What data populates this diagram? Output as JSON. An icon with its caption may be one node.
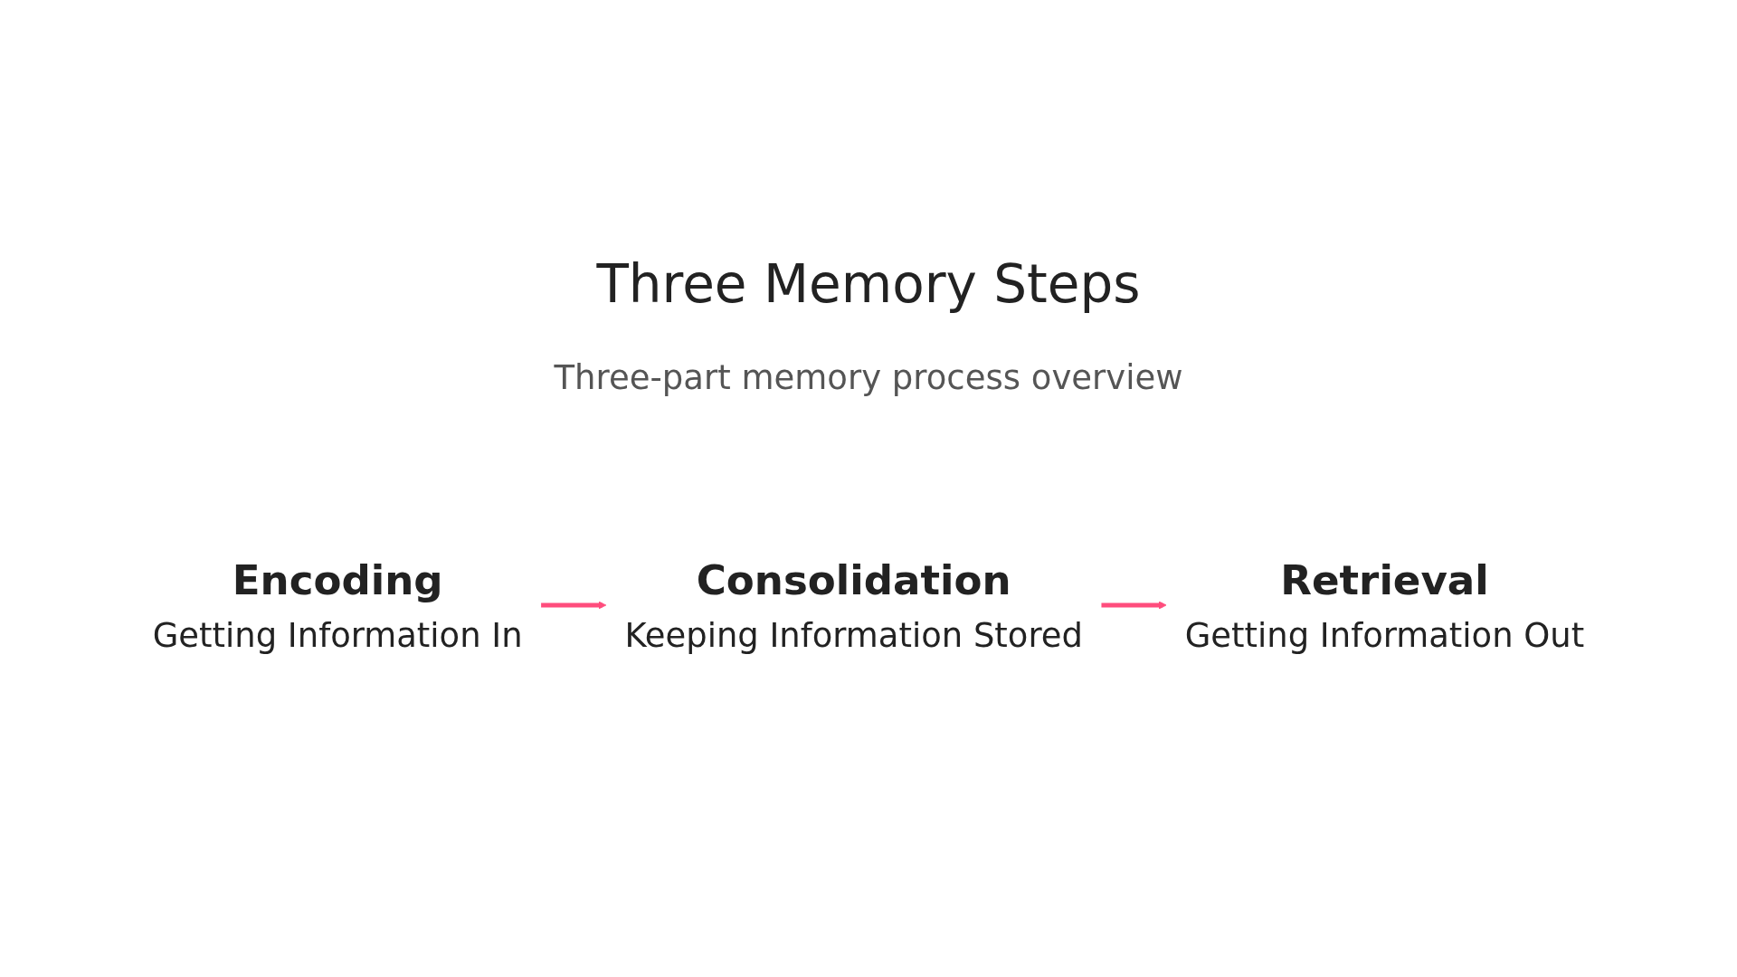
{
  "diagram": {
    "title": "Three Memory Steps",
    "caption": "Three-part memory process overview",
    "nodes": [
      {
        "text": [
          "Encoding",
          "Getting Information In"
        ]
      },
      {
        "text": [
          "Consolidation",
          "Keeping Information Stored"
        ]
      },
      {
        "text": [
          "Retrieval",
          "Getting Information Out"
        ]
      }
    ],
    "edges": [
      {
        "from": 0,
        "to": 1,
        "arrow": "to"
      },
      {
        "from": 1,
        "to": 2,
        "arrow": "to"
      }
    ]
  }
}
